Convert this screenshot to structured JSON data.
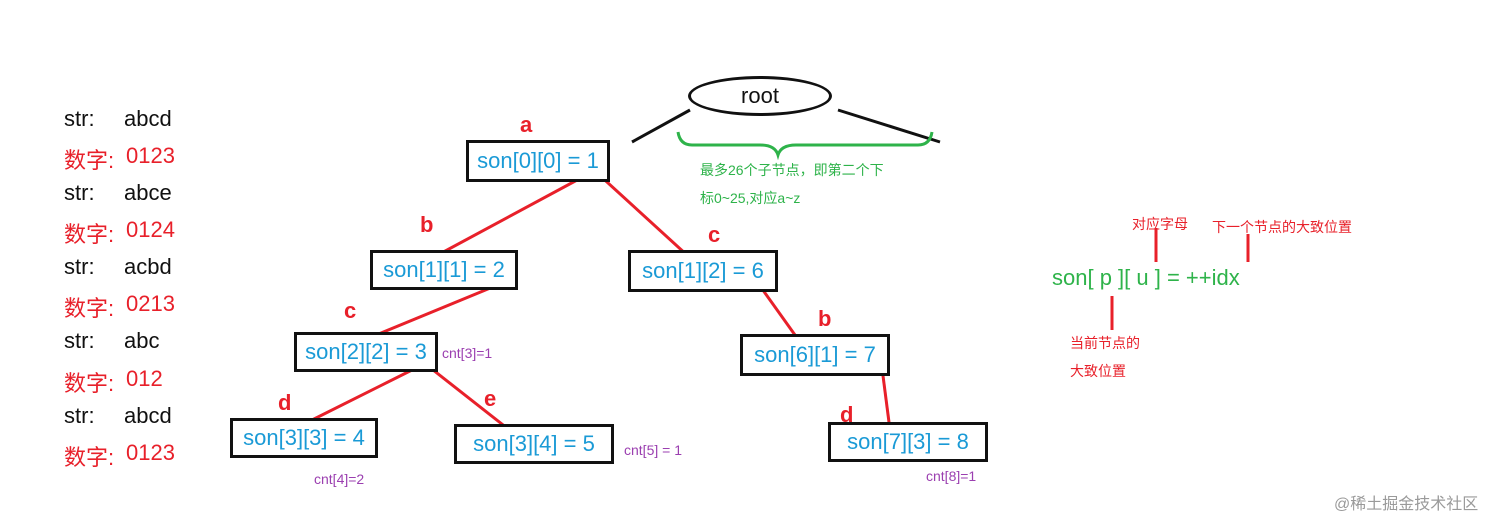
{
  "strings": [
    {
      "str_label": "str:",
      "str_value": "abcd",
      "num_label": "数字:",
      "num_value": "0123"
    },
    {
      "str_label": "str:",
      "str_value": "abce",
      "num_label": "数字:",
      "num_value": "0124"
    },
    {
      "str_label": "str:",
      "str_value": "acbd",
      "num_label": "数字:",
      "num_value": "0213"
    },
    {
      "str_label": "str:",
      "str_value": "abc",
      "num_label": "数字:",
      "num_value": "012"
    },
    {
      "str_label": "str:",
      "str_value": "abcd",
      "num_label": "数字:",
      "num_value": "0123"
    }
  ],
  "root": {
    "label": "root"
  },
  "root_note": {
    "line1": "最多26个子节点，即第二个下",
    "line2": "标0~25,对应a~z"
  },
  "nodes": [
    {
      "id": "n1",
      "label": "son[0][0] = 1"
    },
    {
      "id": "n2",
      "label": "son[1][1] = 2"
    },
    {
      "id": "n6",
      "label": "son[1][2] = 6"
    },
    {
      "id": "n3",
      "label": "son[2][2] = 3"
    },
    {
      "id": "n7",
      "label": "son[6][1] = 7"
    },
    {
      "id": "n4",
      "label": "son[3][3] = 4"
    },
    {
      "id": "n5",
      "label": "son[3][4] = 5"
    },
    {
      "id": "n8",
      "label": "son[7][3] = 8"
    }
  ],
  "edge_letters": {
    "a": "a",
    "b1": "b",
    "c1": "c",
    "c2": "c",
    "b2": "b",
    "d1": "d",
    "e": "e",
    "d2": "d"
  },
  "counts": {
    "cnt3": "cnt[3]=1",
    "cnt4": "cnt[4]=2",
    "cnt5": "cnt[5] = 1",
    "cnt8": "cnt[8]=1"
  },
  "formula": {
    "text": "son[ p ][ u ] = ++idx",
    "label_letter": "对应字母",
    "label_next": "下一个节点的大致位置",
    "label_current_1": "当前节点的",
    "label_current_2": "大致位置"
  },
  "watermark": "@稀土掘金技术社区",
  "colors": {
    "edge_red": "#e8202a",
    "text_blue": "#1a9ad6",
    "green": "#2eb34a",
    "purple": "#9b3fb0"
  }
}
